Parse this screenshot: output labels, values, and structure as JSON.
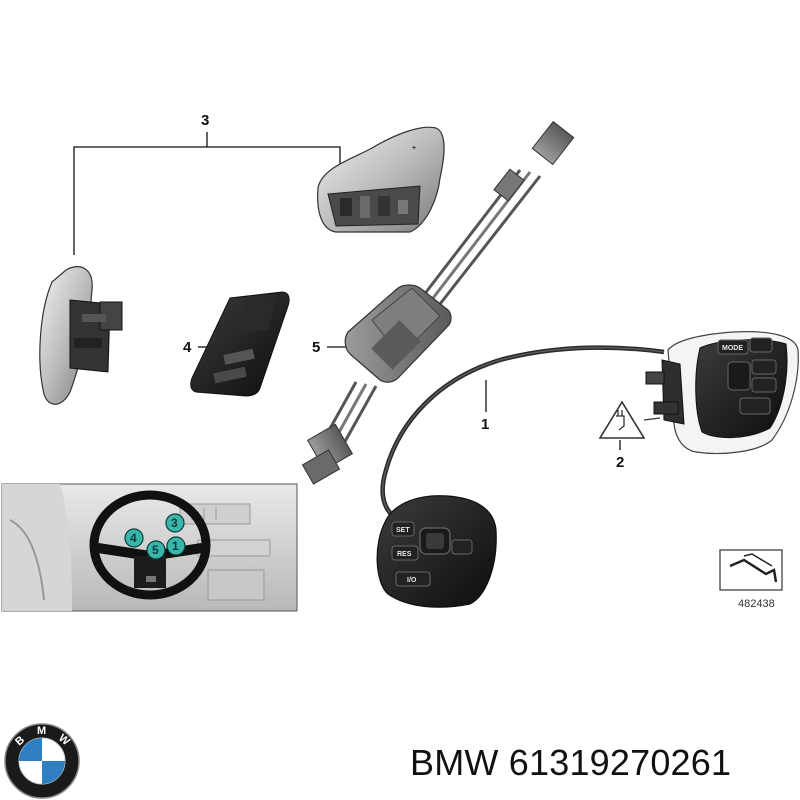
{
  "callouts": {
    "n1": "1",
    "n2": "2",
    "n3": "3",
    "n4": "4",
    "n5": "5"
  },
  "inset_markers": [
    "3",
    "4",
    "5",
    "1"
  ],
  "buttons_left": {
    "set": "SET",
    "res": "RES",
    "io": "I/O"
  },
  "buttons_right": {
    "mode": "MODE"
  },
  "reference_code": "482438",
  "caption": "BMW 61319270261",
  "logo_letters": [
    "B",
    "M",
    "W"
  ],
  "colors": {
    "marker_fill": "#39b5a9",
    "logo_blue": "#2d7fc1",
    "logo_ring": "#1a1a1a"
  },
  "icons": {
    "warning": "electrical-warning-triangle-icon",
    "reference": "reference-arrow-icon"
  }
}
